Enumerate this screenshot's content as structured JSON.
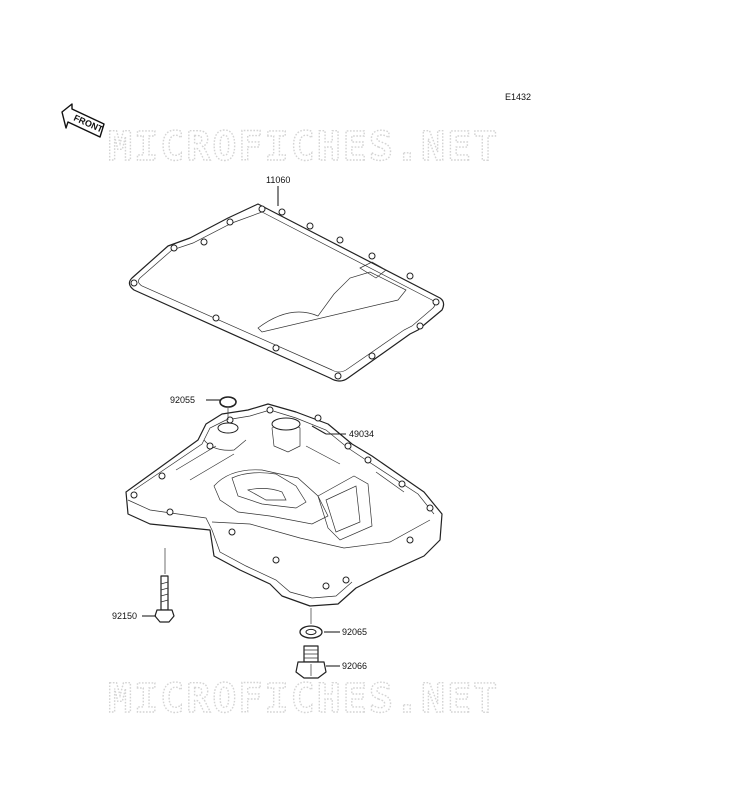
{
  "diagram_id": "E1432",
  "front_badge": "FRONT",
  "watermark": "MICROFICHES.NET",
  "parts": [
    {
      "number": "11060"
    },
    {
      "number": "92055"
    },
    {
      "number": "49034"
    },
    {
      "number": "92150"
    },
    {
      "number": "92065"
    },
    {
      "number": "92066"
    }
  ]
}
